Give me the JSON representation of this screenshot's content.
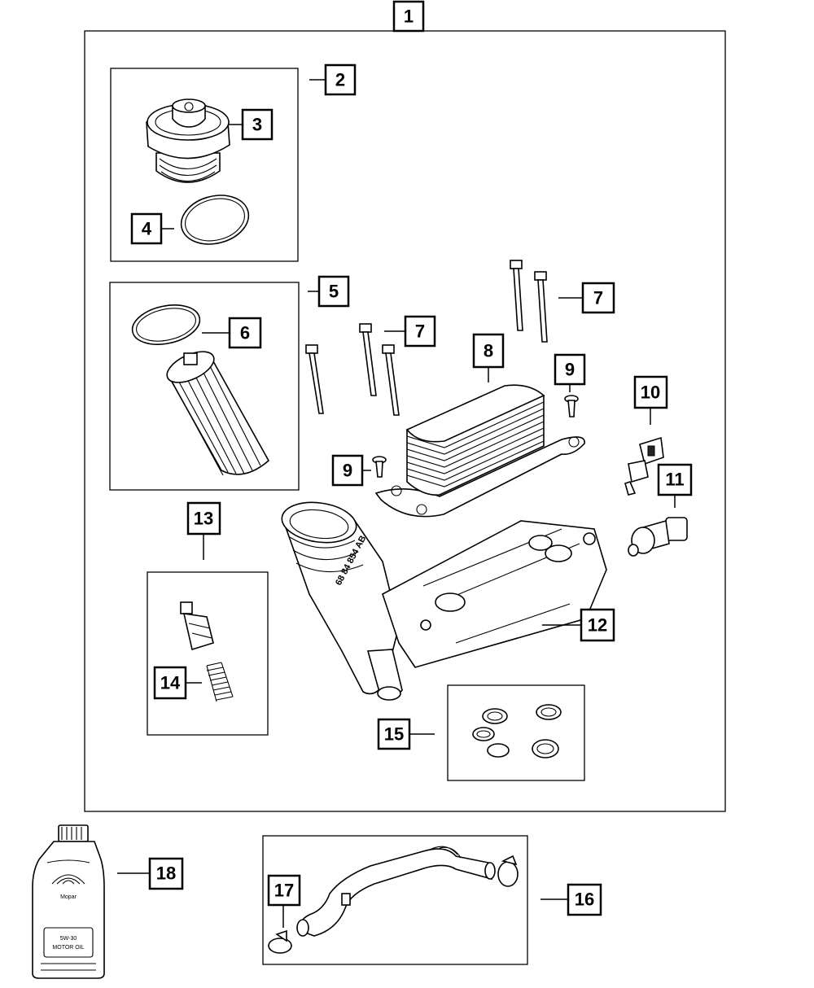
{
  "callouts": {
    "c1": "1",
    "c2": "2",
    "c3": "3",
    "c4": "4",
    "c5": "5",
    "c6": "6",
    "c7a": "7",
    "c7b": "7",
    "c8": "8",
    "c9a": "9",
    "c9b": "9",
    "c10": "10",
    "c11": "11",
    "c12": "12",
    "c13": "13",
    "c14": "14",
    "c15": "15",
    "c16": "16",
    "c17": "17",
    "c18": "18"
  },
  "housing_casting_text": "68 84 854 AB",
  "bottle_label": {
    "line1": "Mopar",
    "line2": "5W-30",
    "line3": "MOTOR OIL"
  },
  "colors": {
    "line": "#000000",
    "background": "#ffffff"
  }
}
